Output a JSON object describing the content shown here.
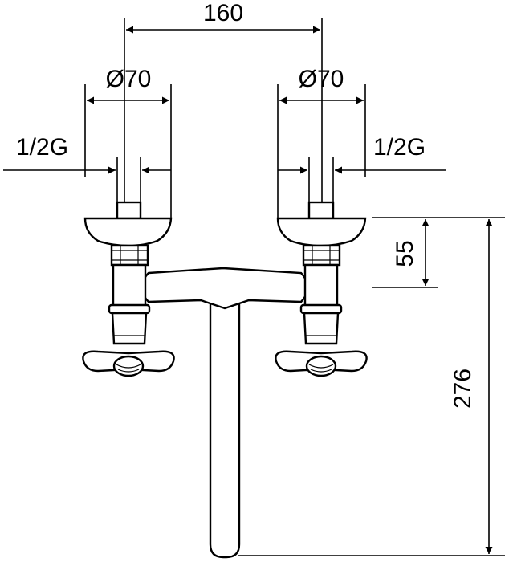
{
  "dimensions": {
    "spacing": "160",
    "flange_left": "Ø70",
    "flange_right": "Ø70",
    "thread_left": "1/2G",
    "thread_right": "1/2G",
    "height_short": "55",
    "height_total": "276"
  },
  "colors": {
    "ink": "#000000",
    "paper": "#ffffff"
  }
}
